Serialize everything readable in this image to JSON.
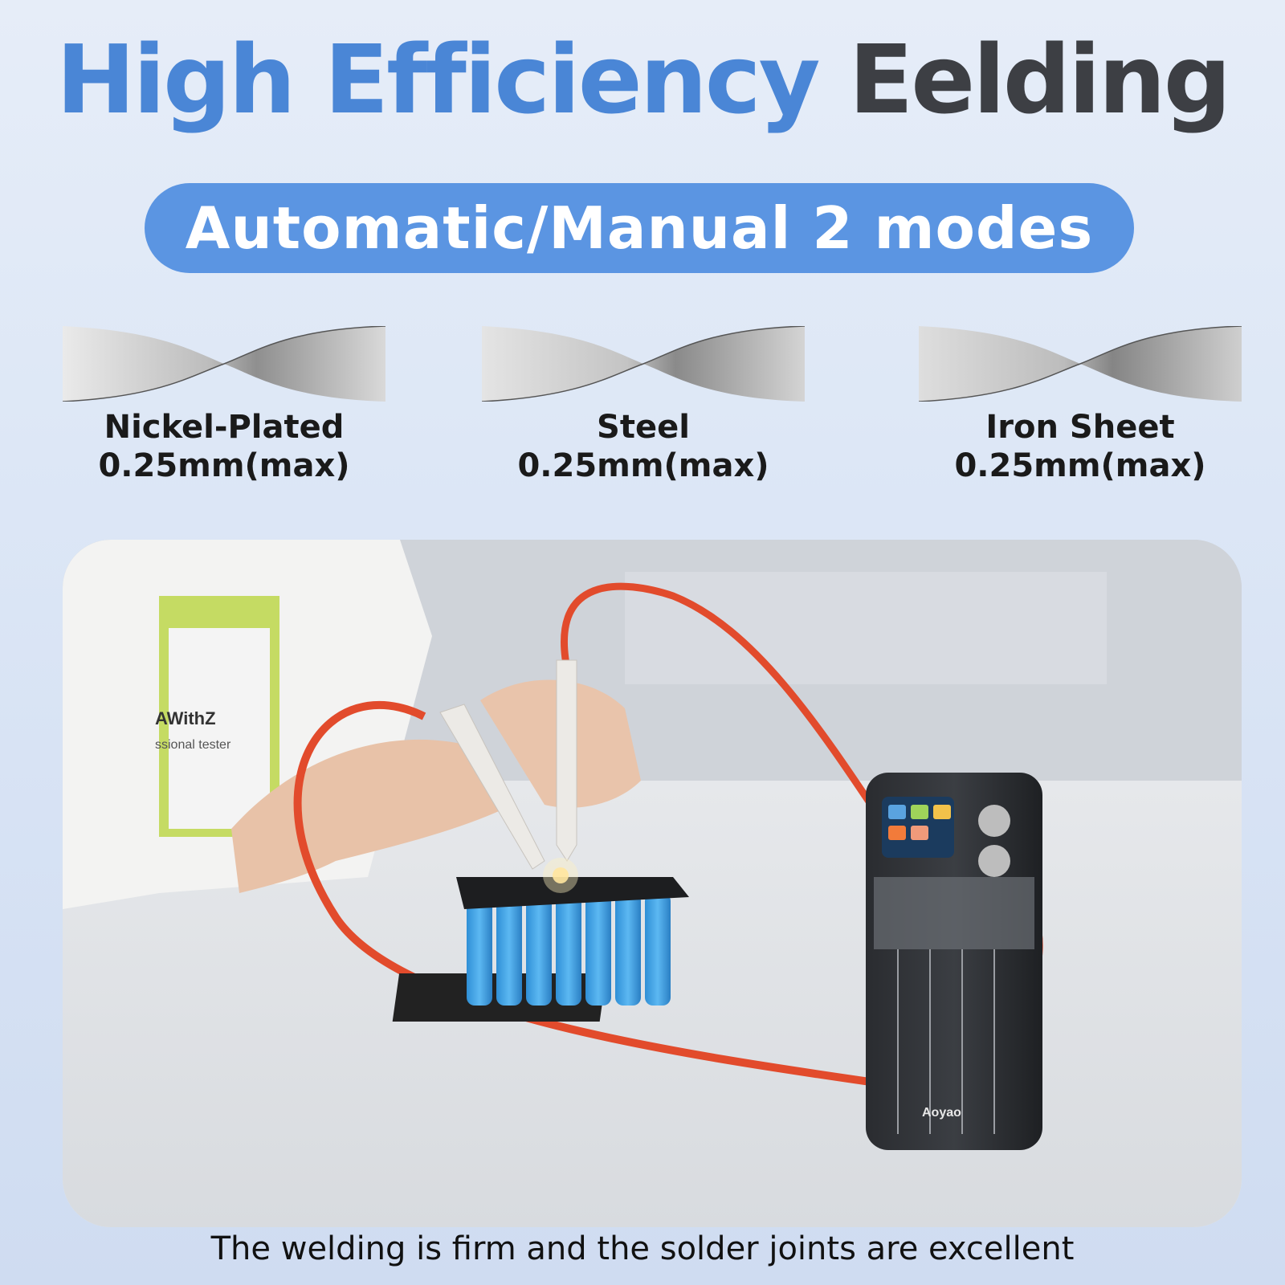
{
  "headline": {
    "part1": "High Efficiency",
    "part2": "Eelding"
  },
  "modes_label": "Automatic/Manual 2 modes",
  "materials": [
    {
      "name": "Nickel-Plated",
      "thickness": "0.25mm(max)"
    },
    {
      "name": "Steel",
      "thickness": "0.25mm(max)"
    },
    {
      "name": "Iron Sheet",
      "thickness": "0.25mm(max)"
    }
  ],
  "photo": {
    "badge_text_1": "AWithZ",
    "badge_text_2": "ssional tester",
    "device_logo": "Aoyao"
  },
  "caption": "The welding is firm and the solder joints are excellent",
  "colors": {
    "accent_blue": "#4a86d6",
    "pill_blue": "#5b95e2",
    "heading_dark": "#3d3f44"
  }
}
